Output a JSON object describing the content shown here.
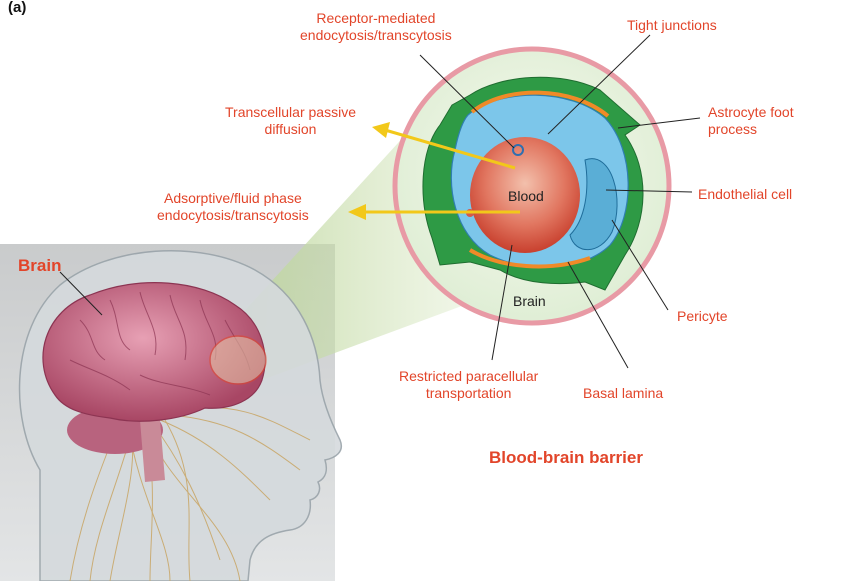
{
  "panel_label": "(a)",
  "labels": {
    "receptor": "Receptor-mediated\nendocytosis/transcytosis",
    "tight_junctions": "Tight junctions",
    "transcellular": "Transcellular passive\ndiffusion",
    "astrocyte": "Astrocyte foot\nprocess",
    "adsorptive": "Adsorptive/fluid phase\nendocytosis/transcytosis",
    "endothelial": "Endothelial cell",
    "pericyte": "Pericyte",
    "restricted": "Restricted paracellular\ntransportation",
    "basal": "Basal lamina",
    "blood": "Blood",
    "brain_inner": "Brain",
    "brain": "Brain"
  },
  "title": "Blood-brain barrier",
  "colors": {
    "label_red": "#e2452a",
    "arrow_yellow": "#f2c81a",
    "astrocyte_green": "#2e9a45",
    "endothelial_blue": "#5db8e0",
    "blood_red": "#d9503a",
    "pink_ring": "#e89aa5"
  }
}
